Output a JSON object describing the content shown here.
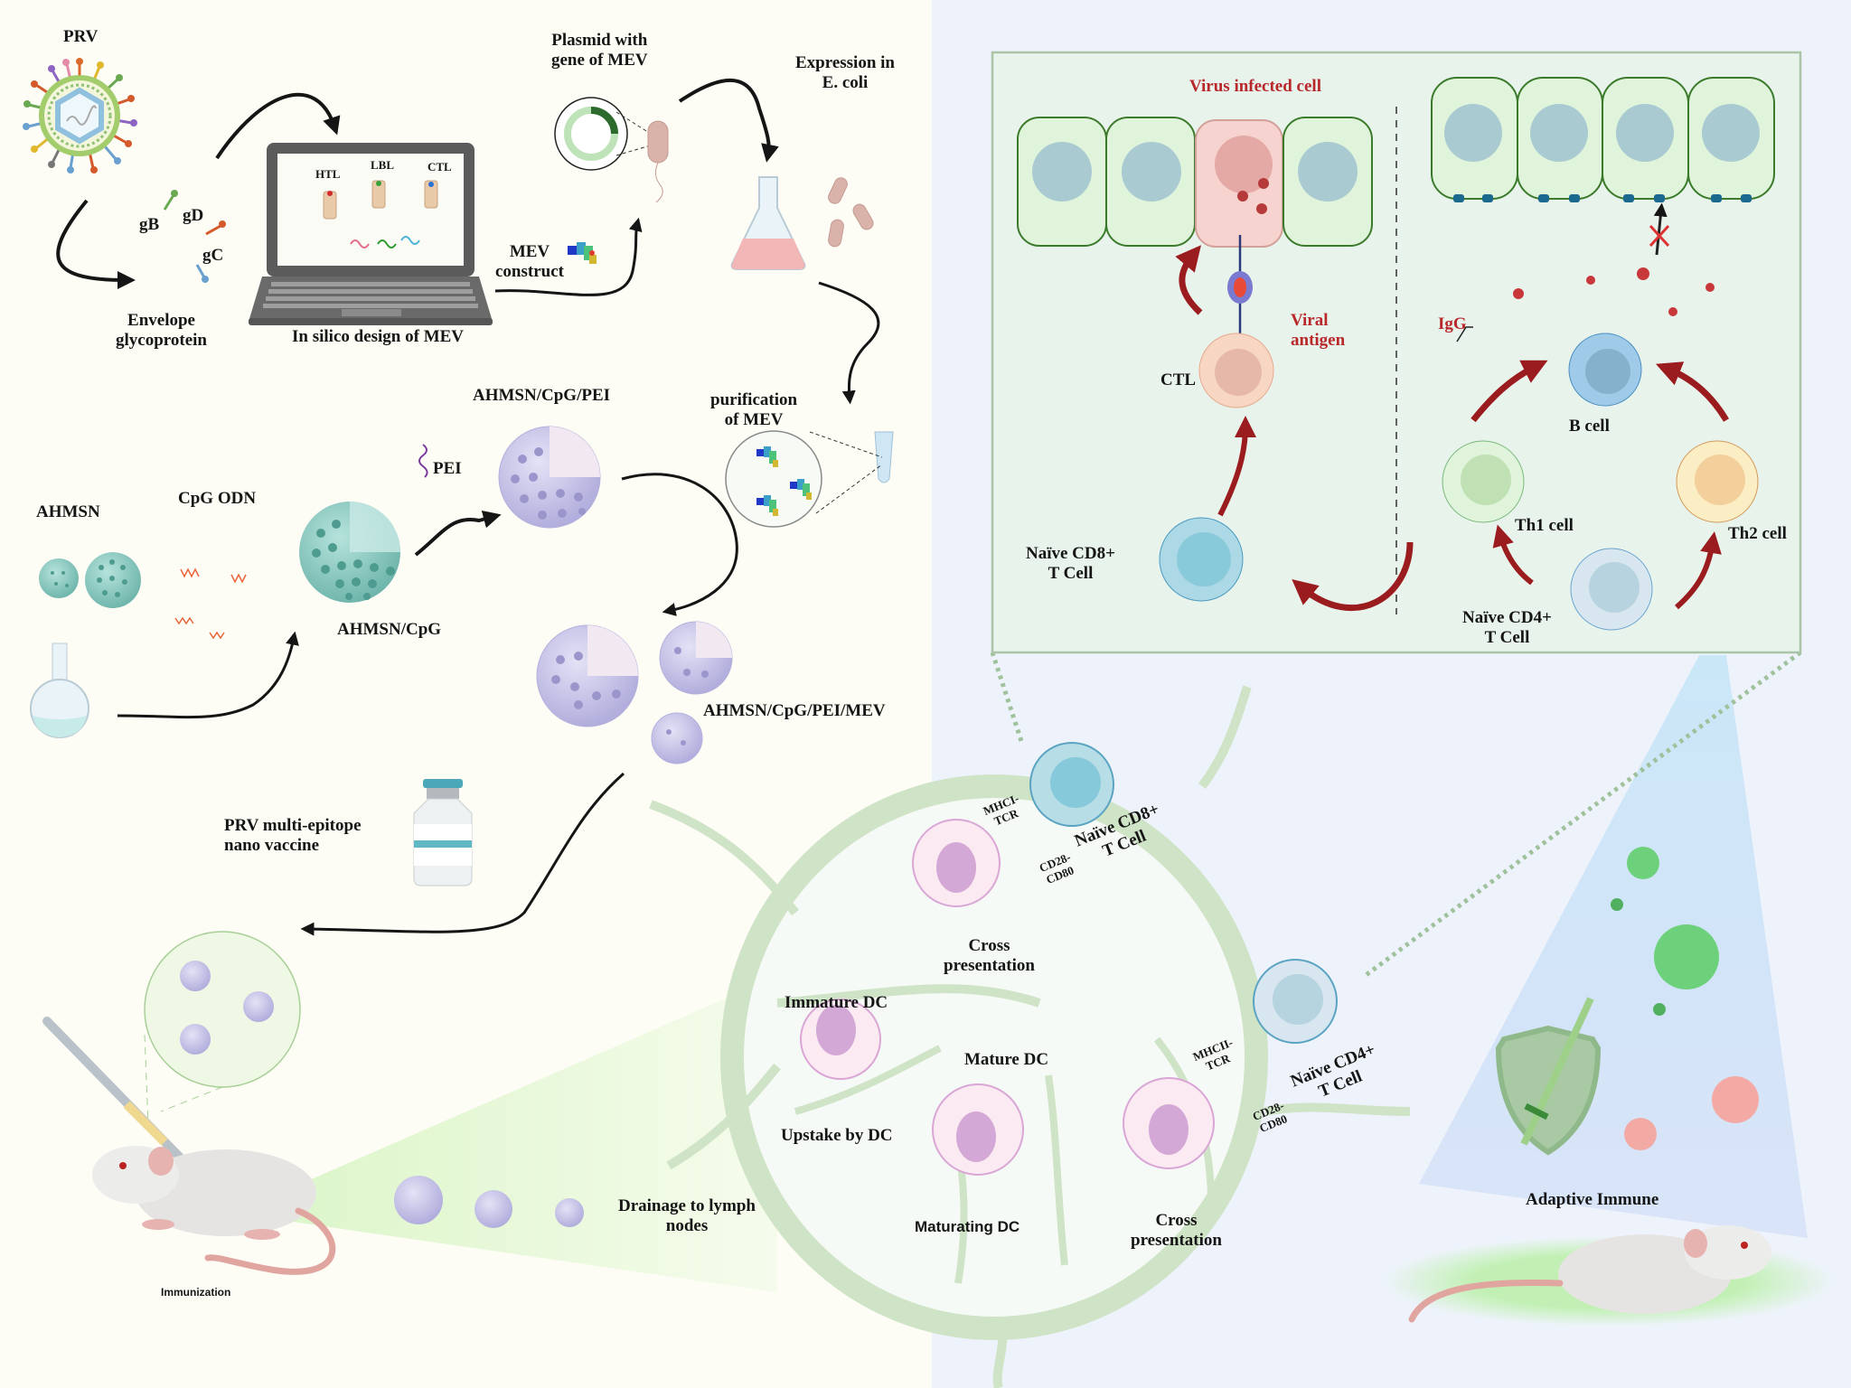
{
  "diagram": {
    "title": "PRV multi-epitope nano vaccine workflow and immune response",
    "colors": {
      "left_background": "#fdfdf6",
      "right_background": "#eef3fb",
      "panel_fill": "#e8f3ec",
      "panel_border": "#a9c4a7",
      "arrow_black": "#151515",
      "arrow_red": "#9b1c1f",
      "label_red": "#b8282b",
      "healthy_cell": "#e0f4dc",
      "infected_cell": "#f6d3cf",
      "nucleus": "#a9cad1",
      "ahmsn_teal": "#7cc2b8",
      "nanoparticle_lavender": "#c9c6ea",
      "lymph_node": "#cfe3c6"
    },
    "design": {
      "prv_label": "PRV",
      "glycoproteins": [
        "gB",
        "gD",
        "gC"
      ],
      "envelope_label": "Envelope\nglycoprotein",
      "epitope_types": [
        "HTL",
        "LBL",
        "CTL"
      ],
      "in_silico_label": "In silico design of MEV",
      "mev_construct_label": "MEV\nconstruct",
      "plasmid_label": "Plasmid with\ngene of MEV",
      "expression_label": "Expression in\nE. coli",
      "purification_label": "purification\nof MEV"
    },
    "synthesis": {
      "ahmsn_label": "AHMSN",
      "cpg_label": "CpG ODN",
      "pei_label": "PEI",
      "ahmsn_cpg_label": "AHMSN/CpG",
      "ahmsn_cpg_pei_label": "AHMSN/CpG/PEI",
      "final_label": "AHMSN/CpG/PEI/MEV",
      "vaccine_label": "PRV multi-epitope\nnano vaccine"
    },
    "immunization": {
      "immunization_label": "Immunization",
      "drainage_label": "Drainage to lymph\nnodes"
    },
    "lymph_node": {
      "immature_dc": "Immature DC",
      "uptake": "Upstake by DC",
      "mature_dc": "Mature DC",
      "maturating_dc": "Maturating DC",
      "cross_presentation_top": "Cross\npresentation",
      "cross_presentation_bottom": "Cross\npresentation",
      "mhc1_tcr": "MHCI-\nTCR",
      "mhc2_tcr": "MHCII-\nTCR",
      "cd28_top": "CD28-\nCD80",
      "cd28_bottom": "CD28-\nCD80",
      "naive_cd8": "Naïve CD8+\nT Cell",
      "naive_cd4": "Naïve CD4+\nT Cell"
    },
    "panel": {
      "infected_label": "Virus infected cell",
      "viral_antigen": "Viral\nantigen",
      "ctl": "CTL",
      "naive_cd8": "Naïve CD8+\nT Cell",
      "igg": "IgG",
      "b_cell": "B cell",
      "th1": "Th1 cell",
      "th2": "Th2 cell",
      "naive_cd4": "Naïve CD4+\nT Cell"
    },
    "outcome": {
      "adaptive_label": "Adaptive Immune"
    }
  }
}
